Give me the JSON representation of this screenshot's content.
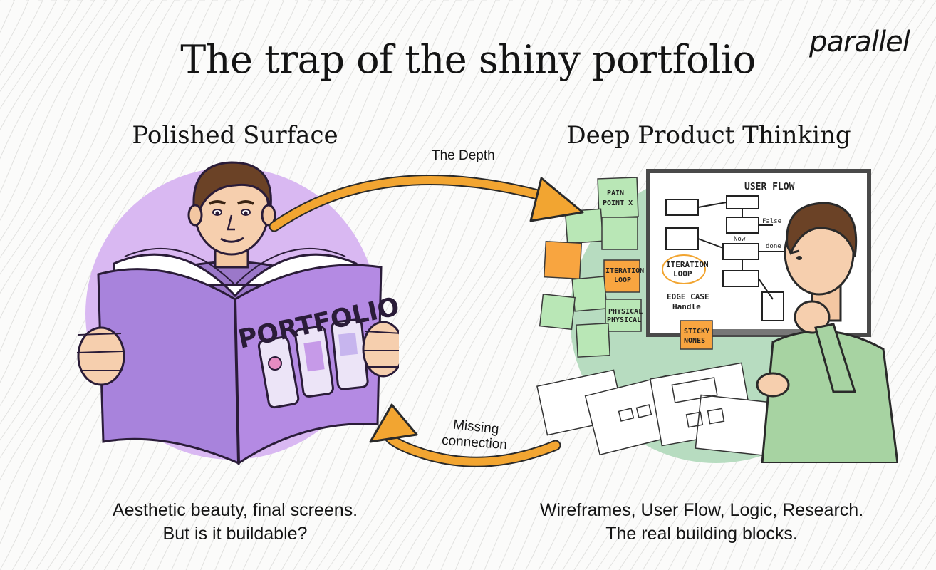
{
  "title": "The trap of the shiny portfolio",
  "logo": "parallel",
  "left_panel": {
    "title": "Polished Surface",
    "book_label": "PORTFOLIO",
    "caption_line1": "Aesthetic beauty, final screens.",
    "caption_line2": "But is it buildable?"
  },
  "right_panel": {
    "title": "Deep Product Thinking",
    "whiteboard_title": "USER FLOW",
    "flow_labels": [
      "False",
      "Now",
      "done"
    ],
    "sticky_notes": [
      "PAIN",
      "POINT X",
      "ITERATION",
      "LOOP",
      "PHYSICAL",
      "PHYSICAL",
      "STICKY",
      "NONES"
    ],
    "board_notes": [
      "ITERATION",
      "LOOP",
      "EDGE CASE",
      "Handle"
    ],
    "caption_line1": "Wireframes, User Flow, Logic, Research.",
    "caption_line2": "The real building blocks."
  },
  "arrows": {
    "top_label": "The Depth",
    "bottom_label_line1": "Missing",
    "bottom_label_line2": "connection"
  },
  "colors": {
    "purple_circle": "#d9b8f2",
    "book": "#b48ae3",
    "green_circle": "#b7dcc0",
    "arrow": "#f2a531",
    "sticky_green": "#b9e7b6",
    "sticky_orange": "#f8a540",
    "shirt_green": "#a7d3a2"
  }
}
